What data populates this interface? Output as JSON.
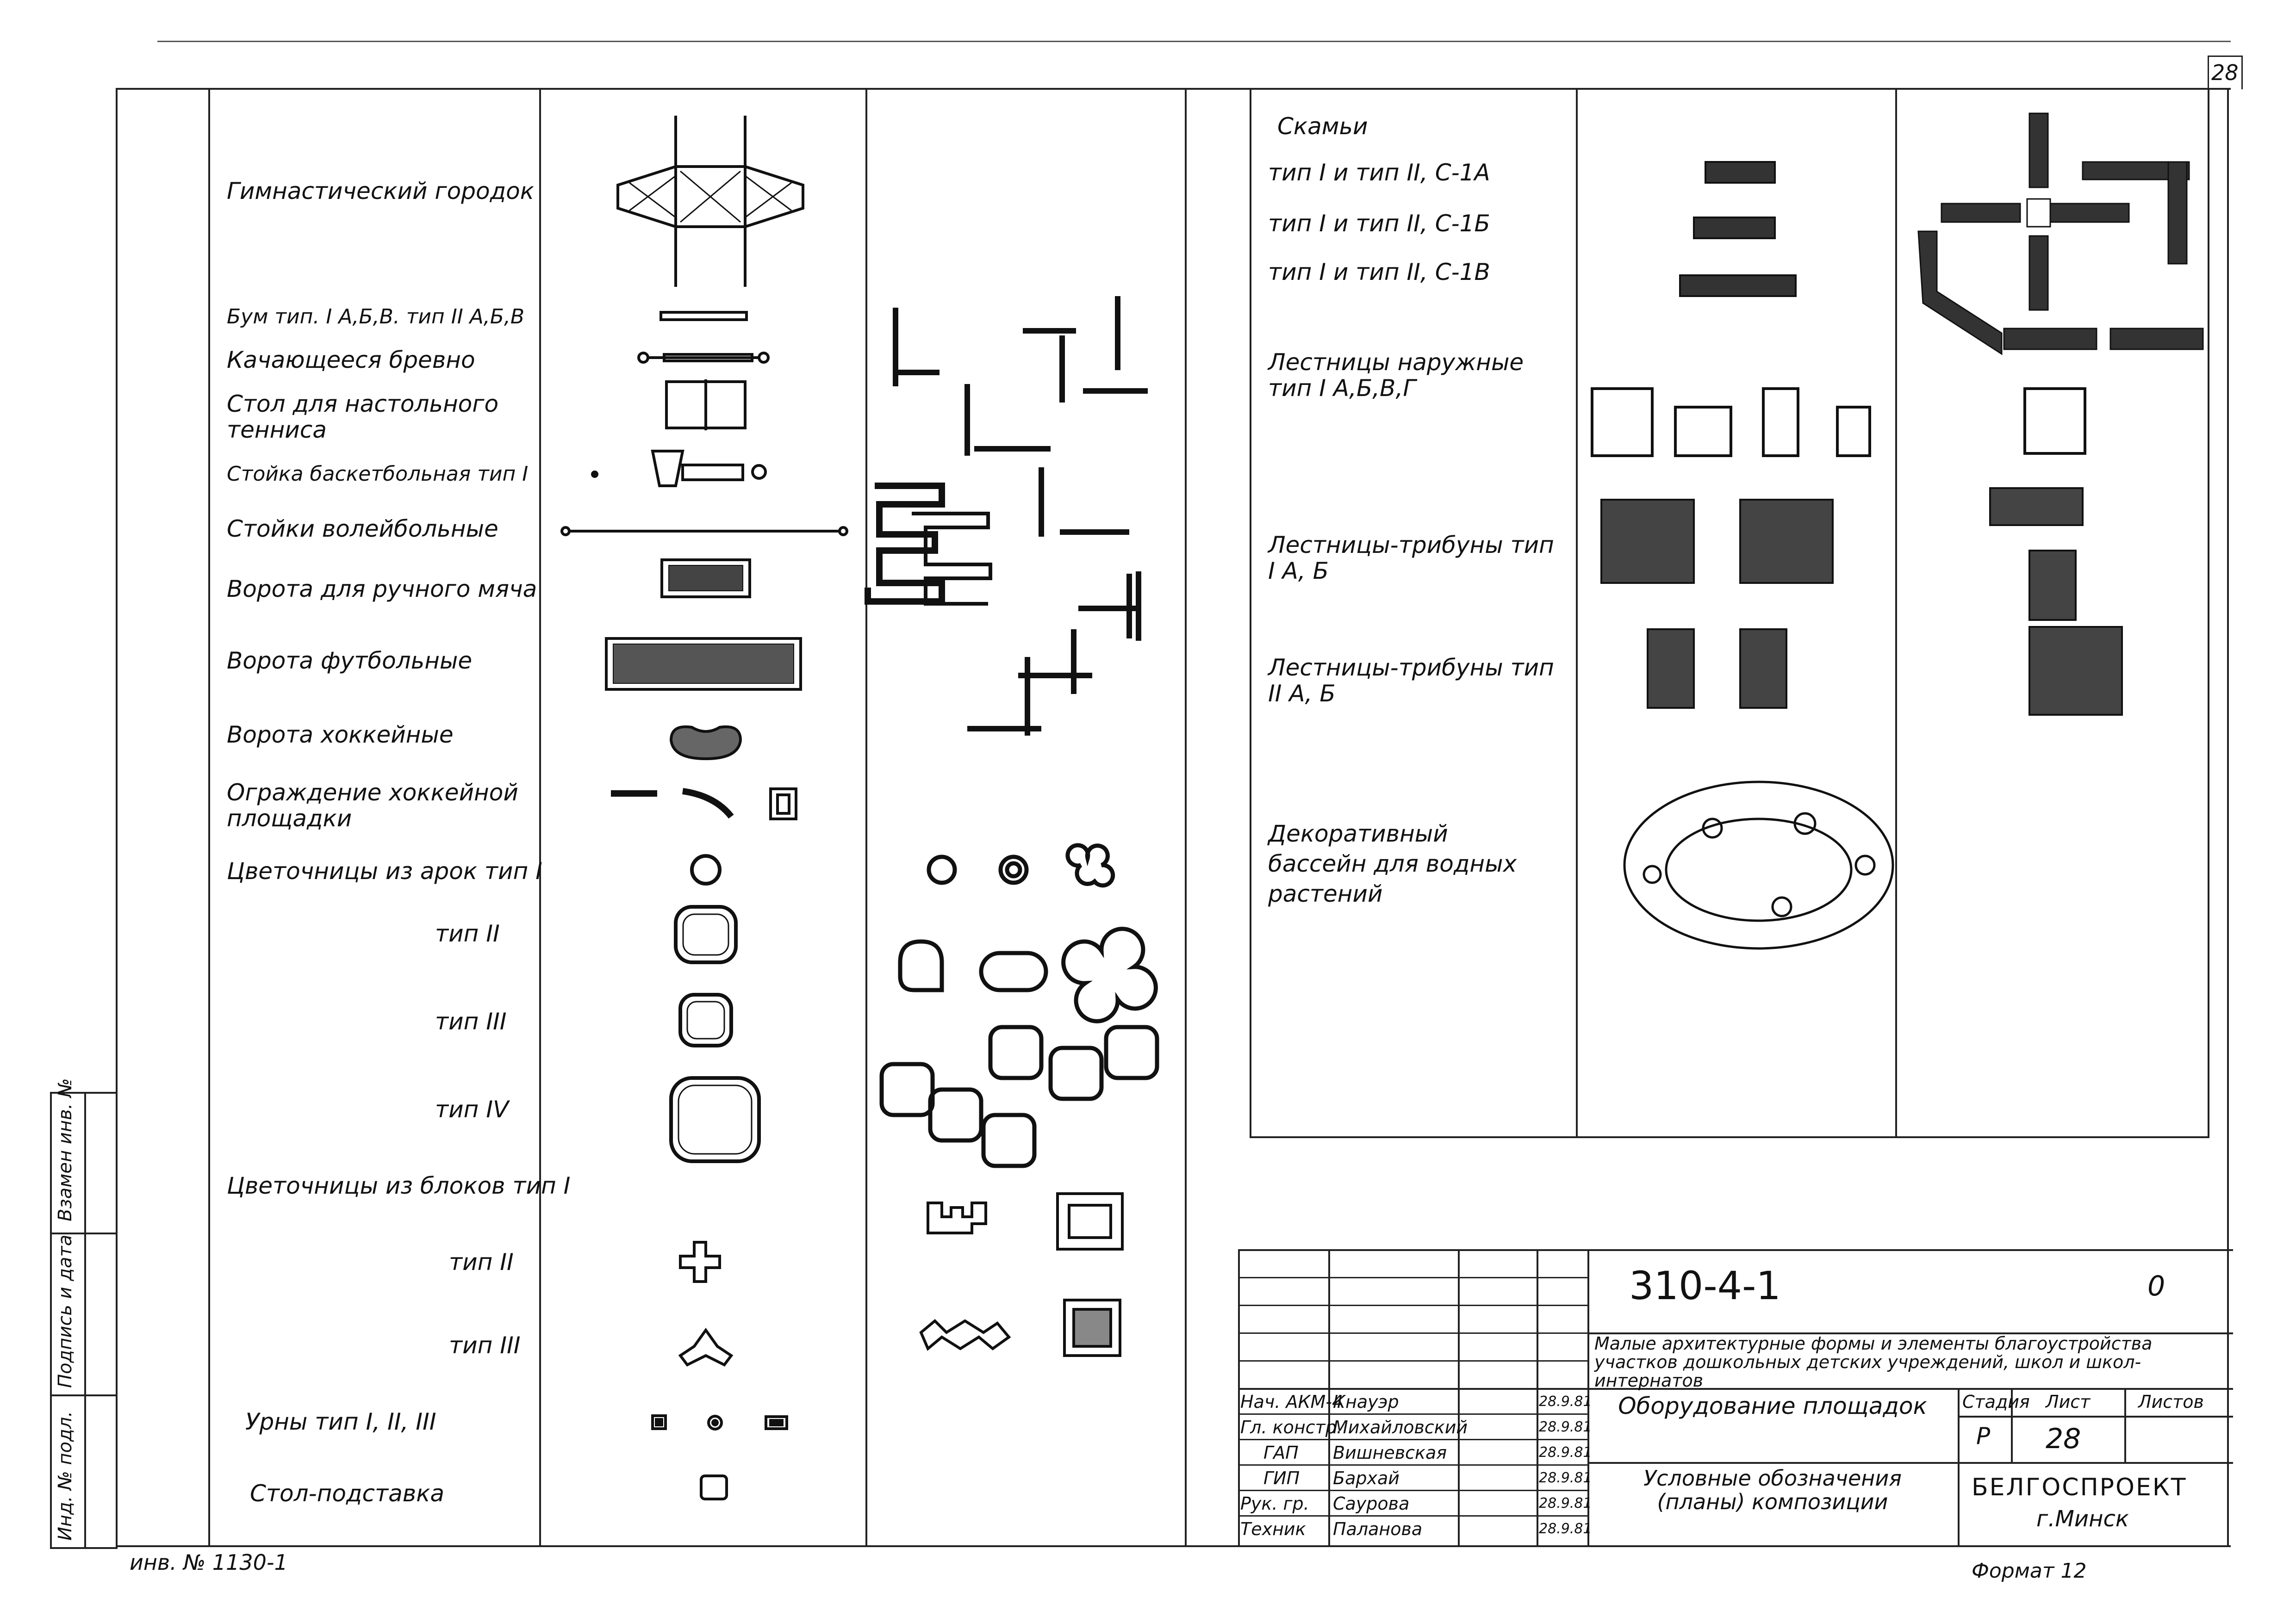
{
  "sheet_corner_number": "28",
  "left_table": {
    "rows": [
      "Гимнастический городок",
      "Бум тип. I А,Б,В. тип II А,Б,В",
      "Качающееся бревно",
      "Стол для настольного тенниса",
      "Стойка баскетбольная тип I",
      "Стойки волейбольные",
      "Ворота для ручного мяча",
      "Ворота футбольные",
      "Ворота хоккейные",
      "Ограждение хоккейной площадки",
      "Цветочницы из арок тип I",
      "тип II",
      "тип III",
      "тип IV",
      "Цветочницы из блоков тип I",
      "тип II",
      "тип III",
      "Урны тип I, II, III",
      "Стол-подставка"
    ]
  },
  "right_table": {
    "benches_title": "Скамьи",
    "benches": [
      "тип I и тип II, С-1А",
      "тип I и тип II, С-1Б",
      "тип I и тип II, С-1В"
    ],
    "stairs_outer": "Лестницы наружные тип I А,Б,В,Г",
    "stands_1": "Лестницы-трибуны тип I А, Б",
    "stands_2": "Лестницы-трибуны тип II А, Б",
    "pool": "Декоративный бассейн для водных растений"
  },
  "side_stamp": {
    "inv_podl": "Инд. № подл.",
    "podpis": "Подпись и дата",
    "vzam": "Взамен инв. №"
  },
  "inventory_note": "инв. № 1130-1",
  "title_block": {
    "code": "310-4-1",
    "code_suffix": "0",
    "project_title": "Малые архитектурные формы и элементы благоустройства участков дошкольных детских учреждений, школ и школ-интернатов",
    "sheet_title_1": "Оборудование площадок",
    "sheet_title_2": "Условные обозначения (планы) композиции",
    "stage_label": "Стадия",
    "sheet_label": "Лист",
    "sheets_label": "Листов",
    "stage_value": "Р",
    "sheet_value": "28",
    "organization": "БЕЛГОСПРОЕКТ",
    "city": "г.Минск",
    "format": "Формат 12",
    "signatures": [
      {
        "role": "Нач. АКМ-4",
        "name": "Кнауэр",
        "date": "28.9.81"
      },
      {
        "role": "Гл. констр.",
        "name": "Михайловский",
        "date": "28.9.81"
      },
      {
        "role": "ГАП",
        "name": "Вишневская",
        "date": "28.9.81"
      },
      {
        "role": "ГИП",
        "name": "Бархай",
        "date": "28.9.81"
      },
      {
        "role": "Рук. гр.",
        "name": "Саурова",
        "date": "28.9.81"
      },
      {
        "role": "Техник",
        "name": "Паланова",
        "date": "28.9.81"
      }
    ]
  }
}
